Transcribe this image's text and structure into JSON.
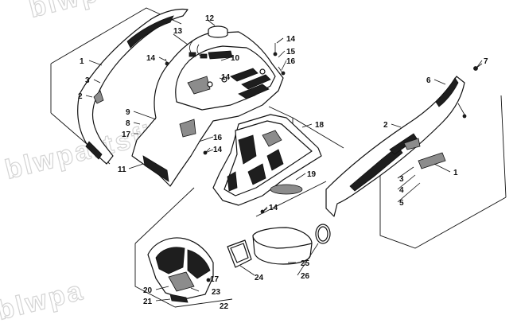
{
  "watermark": {
    "top": "blwpartsfiche",
    "middle": "blwpartsfiche",
    "bottom": "blwpa"
  },
  "callouts": [
    {
      "id": "c1-left",
      "text": "1"
    },
    {
      "id": "c3-left",
      "text": "3"
    },
    {
      "id": "c2-left",
      "text": "2"
    },
    {
      "id": "c9",
      "text": "9"
    },
    {
      "id": "c8",
      "text": "8"
    },
    {
      "id": "c17-upper",
      "text": "17"
    },
    {
      "id": "c11",
      "text": "11"
    },
    {
      "id": "c13",
      "text": "13"
    },
    {
      "id": "c12",
      "text": "12"
    },
    {
      "id": "c14-a",
      "text": "14"
    },
    {
      "id": "c10",
      "text": "10"
    },
    {
      "id": "c14-b",
      "text": "14"
    },
    {
      "id": "c14-c",
      "text": "14"
    },
    {
      "id": "c15",
      "text": "15"
    },
    {
      "id": "c16-upper",
      "text": "16"
    },
    {
      "id": "c16-mid",
      "text": "16"
    },
    {
      "id": "c14-d",
      "text": "14"
    },
    {
      "id": "c18",
      "text": "18"
    },
    {
      "id": "c19",
      "text": "19"
    },
    {
      "id": "c14-e",
      "text": "14"
    },
    {
      "id": "c7",
      "text": "7"
    },
    {
      "id": "c6",
      "text": "6"
    },
    {
      "id": "c2-right",
      "text": "2"
    },
    {
      "id": "c1-right",
      "text": "1"
    },
    {
      "id": "c3-right",
      "text": "3"
    },
    {
      "id": "c4",
      "text": "4"
    },
    {
      "id": "c5",
      "text": "5"
    },
    {
      "id": "c24",
      "text": "24"
    },
    {
      "id": "c25",
      "text": "25"
    },
    {
      "id": "c26",
      "text": "26"
    },
    {
      "id": "c17-lower",
      "text": "17"
    },
    {
      "id": "c20",
      "text": "20"
    },
    {
      "id": "c23",
      "text": "23"
    },
    {
      "id": "c21",
      "text": "21"
    },
    {
      "id": "c22",
      "text": "22"
    }
  ]
}
